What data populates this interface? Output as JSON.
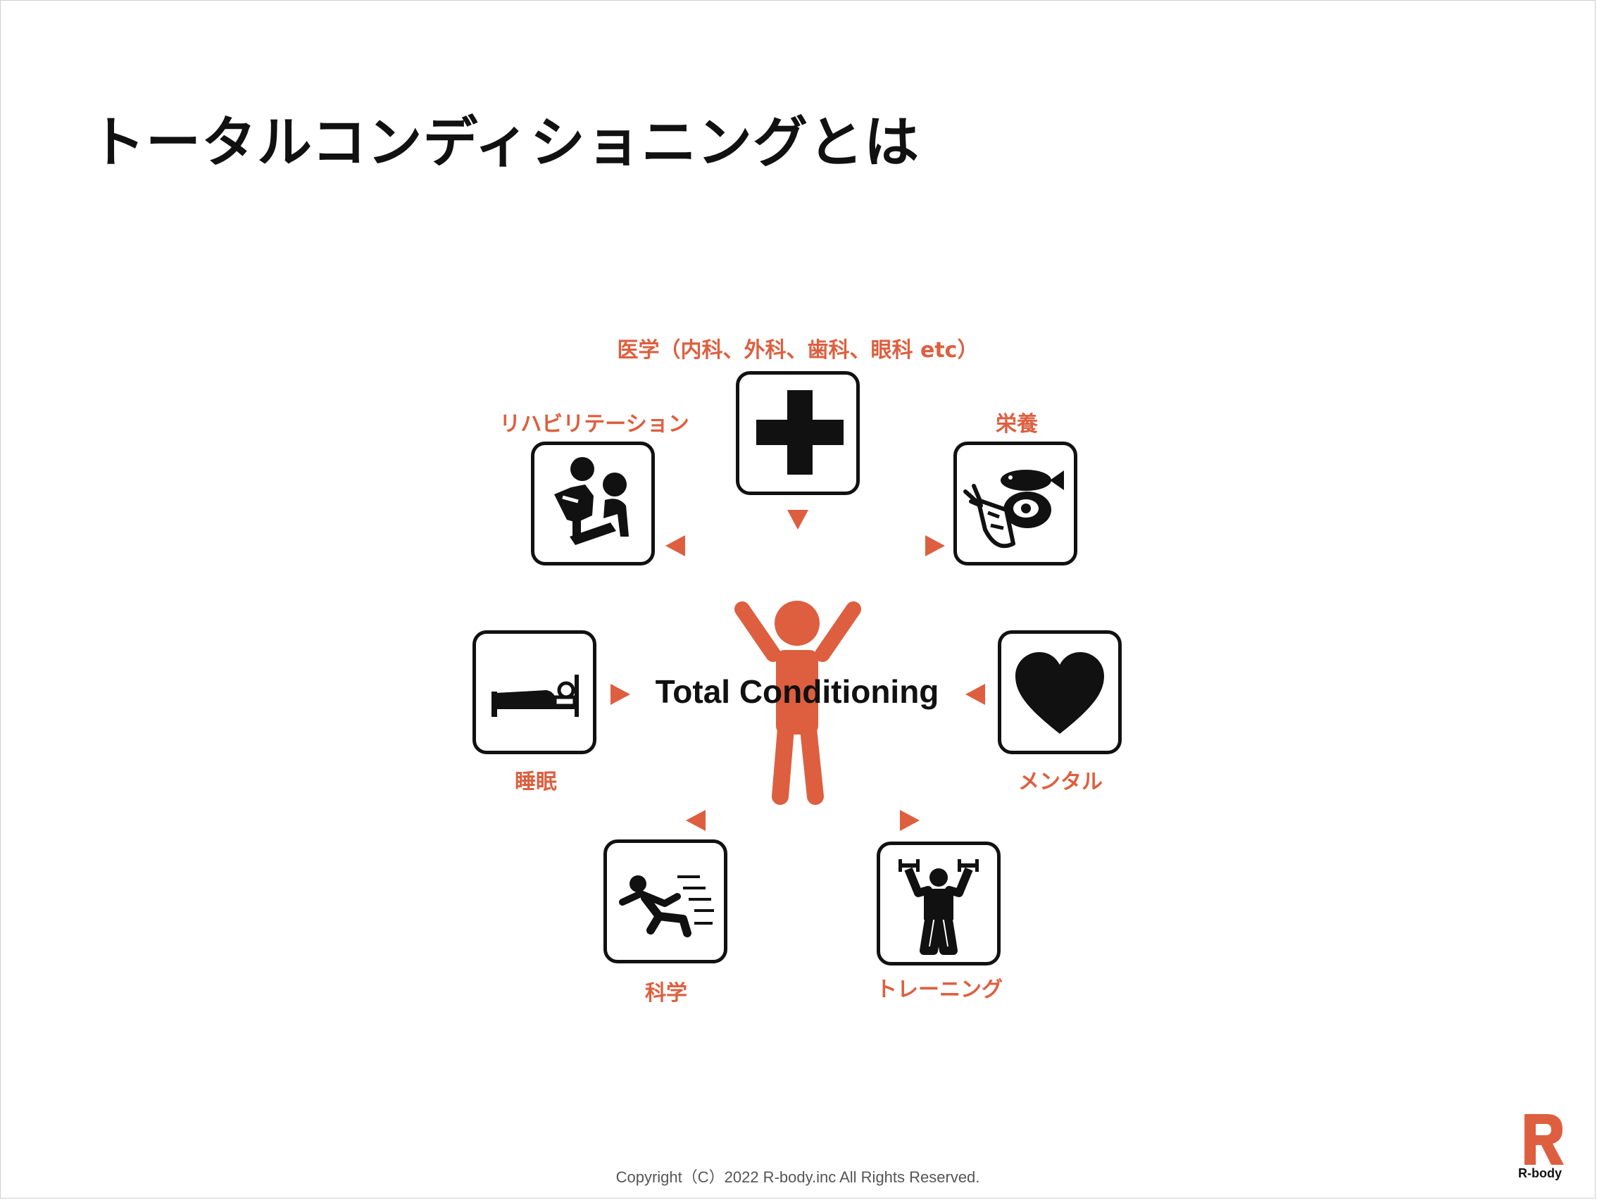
{
  "title": "トータルコンディショニングとは",
  "accent_color": "#dd5f3f",
  "center": {
    "label": "Total Conditioning",
    "icon": "person-arms-raised-icon"
  },
  "items": [
    {
      "key": "medicine",
      "label": "医学（内科、外科、歯科、眼科 etc）",
      "icon": "medical-cross-icon"
    },
    {
      "key": "nutrition",
      "label": "栄養",
      "icon": "food-icon"
    },
    {
      "key": "mental",
      "label": "メンタル",
      "icon": "heart-icon"
    },
    {
      "key": "training",
      "label": "トレーニング",
      "icon": "dumbbell-person-icon"
    },
    {
      "key": "science",
      "label": "科学",
      "icon": "running-person-icon"
    },
    {
      "key": "sleep",
      "label": "睡眠",
      "icon": "bed-icon"
    },
    {
      "key": "rehabilitation",
      "label": "リハビリテーション",
      "icon": "rehabilitation-icon"
    }
  ],
  "footer": {
    "copyright": "Copyright（C）2022 R-body.inc All Rights Reserved.",
    "brand_name": "R-body"
  }
}
